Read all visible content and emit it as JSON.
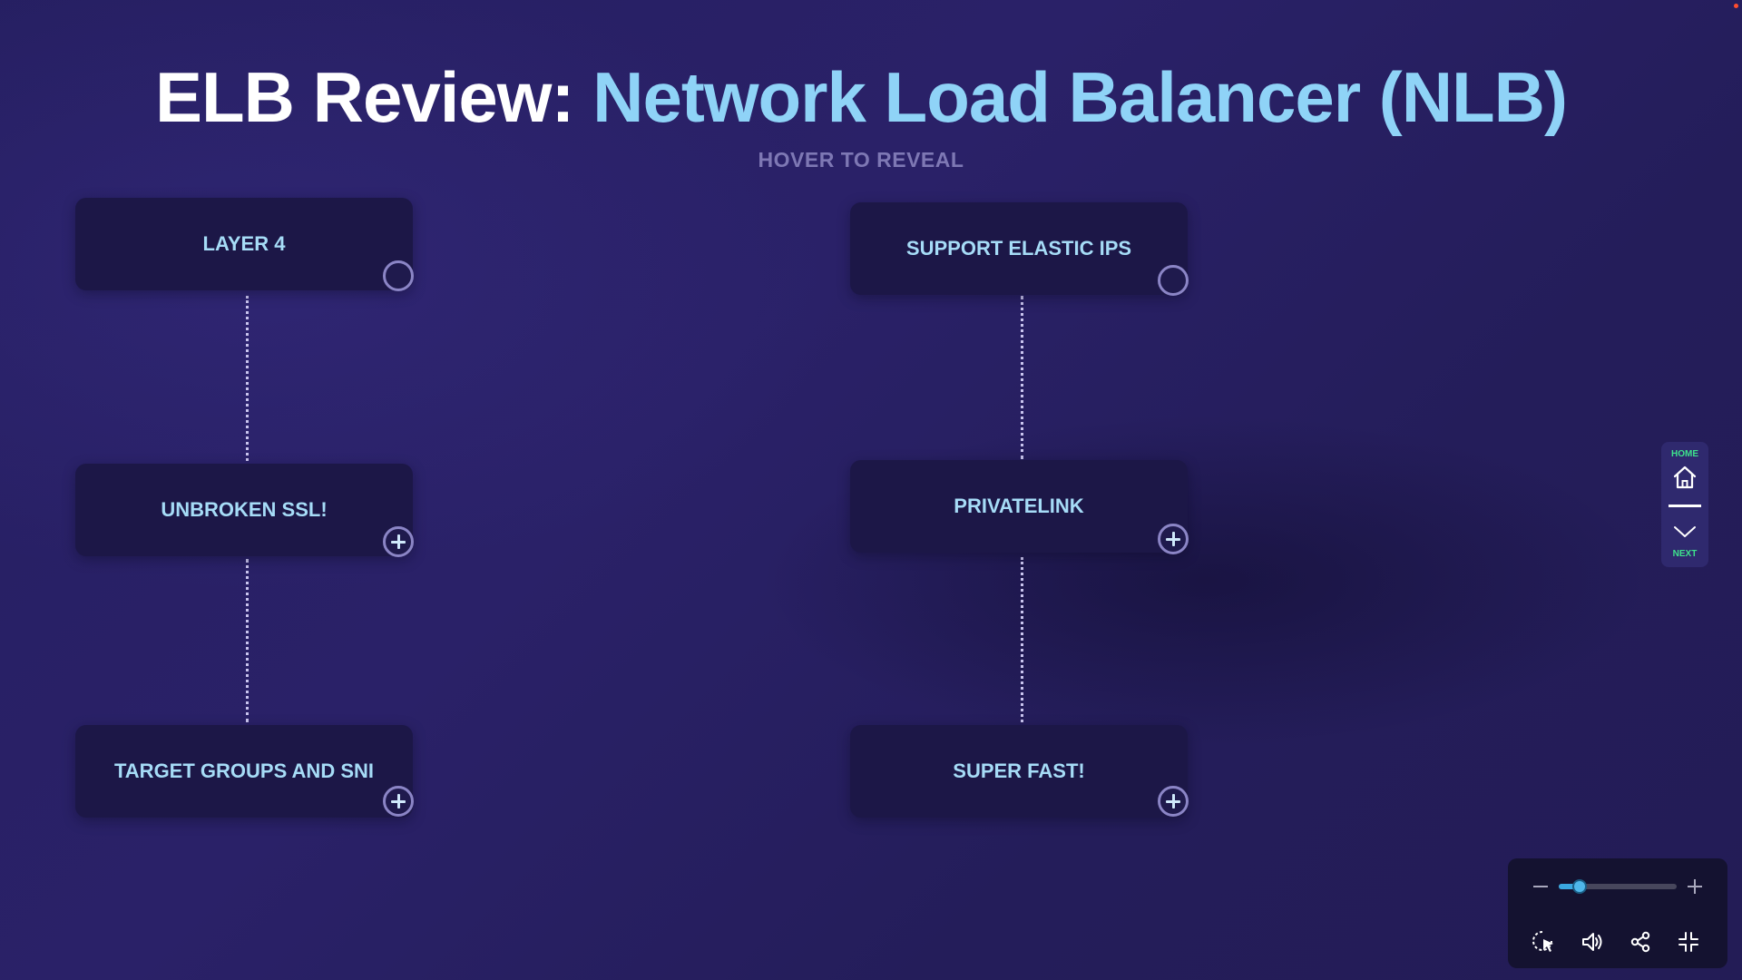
{
  "header": {
    "title_prefix": "ELB Review: ",
    "title_accent": "Network Load Balancer (NLB)",
    "subtitle": "HOVER TO REVEAL"
  },
  "cards": {
    "layer4": {
      "label": "LAYER 4",
      "state": "viewed"
    },
    "unbroken_ssl": {
      "label": "UNBROKEN SSL!",
      "state": "collapsed"
    },
    "target_groups": {
      "label": "TARGET GROUPS AND SNI",
      "state": "collapsed"
    },
    "elastic_ips": {
      "label": "SUPPORT ELASTIC IPS",
      "state": "viewed"
    },
    "privatelink": {
      "label": "PRIVATELINK",
      "state": "collapsed"
    },
    "super_fast": {
      "label": "SUPER FAST!",
      "state": "collapsed"
    }
  },
  "side_nav": {
    "home_label": "HOME",
    "next_label": "NEXT",
    "home_icon": "home-icon",
    "next_icon": "chevron-down-icon",
    "label_color": "#3ee28c"
  },
  "player_controls": {
    "zoom_level": 0.18,
    "zoom_out_icon": "minus-icon",
    "zoom_in_icon": "plus-icon",
    "icons": [
      "cursor-icon",
      "volume-icon",
      "share-icon",
      "exit-fullscreen-icon"
    ]
  },
  "colors": {
    "background": "#261f62",
    "title": "#ffffff",
    "title_accent": "#8fd3f7",
    "card_background": "#1c1747",
    "card_label": "#a6dcf7",
    "subtitle": "#7e78b4"
  }
}
